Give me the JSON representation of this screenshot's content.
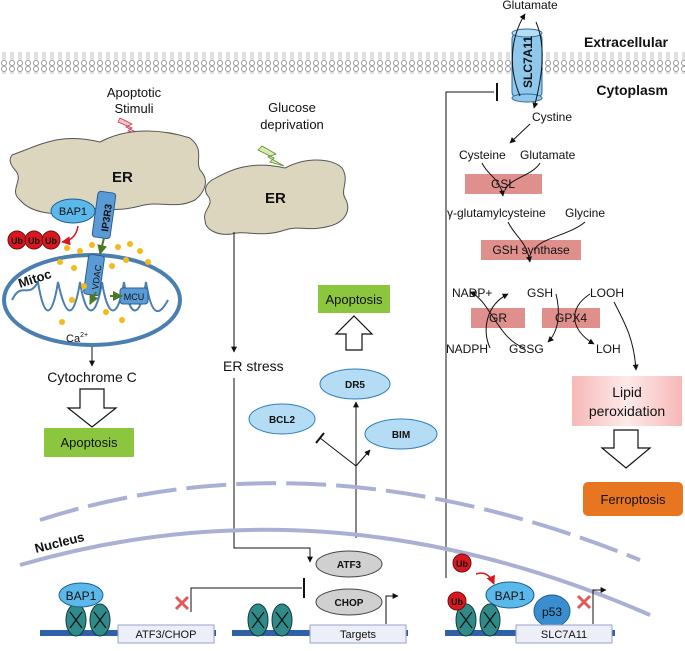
{
  "membrane": {
    "extracellular": "Extracellular",
    "cytoplasm": "Cytoplasm",
    "glutamate_out": "Glutamate",
    "transporter": "SLC7A11",
    "cystine": "Cystine"
  },
  "left": {
    "stimulus_line1": "Apoptotic",
    "stimulus_line2": "Stimuli",
    "er": "ER",
    "bap1": "BAP1",
    "ip3r3": "IP3R3",
    "ub1": "Ub",
    "ub2": "Ub",
    "ub3": "Ub",
    "mitoc": "Mitoc",
    "vdac": "VDAC",
    "mcu": "MCU",
    "calcium": "Ca",
    "calcium_sup": "2+",
    "cytochrome": "Cytochrome C",
    "apoptosis": "Apoptosis"
  },
  "middle": {
    "stimulus_line1": "Glucose",
    "stimulus_line2": "deprivation",
    "er": "ER",
    "er_stress": "ER stress",
    "apoptosis": "Apoptosis",
    "dr5": "DR5",
    "bcl2": "BCL2",
    "bim": "BIM",
    "atf3": "ATF3",
    "chop": "CHOP"
  },
  "right": {
    "cysteine": "Cysteine",
    "glutamate": "Glutamate",
    "gsl": "GSL",
    "glutamylcysteine": "γ-glutamylcysteine",
    "glycine": "Glycine",
    "gsh_synthase": "GSH synthase",
    "nadp": "NADP+",
    "gsh": "GSH",
    "looh": "LOOH",
    "gr": "GR",
    "gpx4": "GPX4",
    "nadph": "NADPH",
    "gssg": "GSSG",
    "loh": "LOH",
    "lipid_line1": "Lipid",
    "lipid_line2": "peroxidation",
    "ferroptosis": "Ferroptosis"
  },
  "nucleus": {
    "label": "Nucleus",
    "bap1_left": "BAP1",
    "gene_left": "ATF3/CHOP",
    "gene_middle": "Targets",
    "ub_a": "Ub",
    "ub_b": "Ub",
    "bap1_right": "BAP1",
    "p53": "p53",
    "gene_right": "SLC7A11"
  },
  "colors": {
    "er_fill": "#dcd6bf",
    "bap1_fill": "#5bb8ea",
    "protein_fill": "#b4dcf4",
    "enzyme_fill": "#e0908c",
    "apoptosis_fill": "#8cc63e",
    "ferroptosis_fill": "#e8751f",
    "ub_fill": "#d8181f",
    "nucleus_arc": "#aab0d4"
  }
}
